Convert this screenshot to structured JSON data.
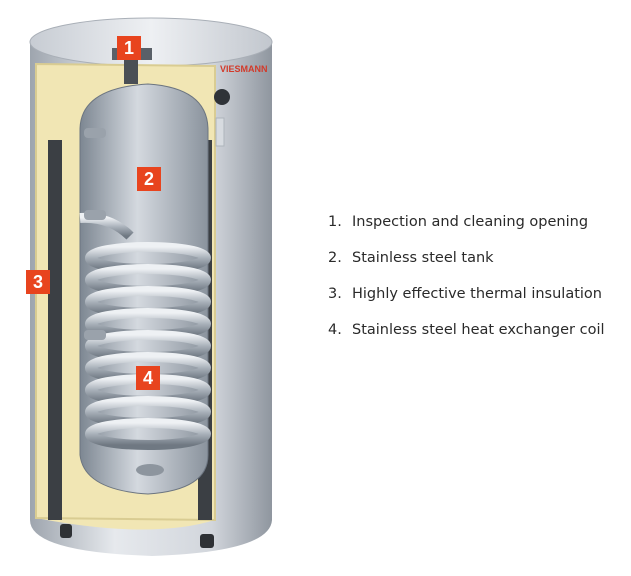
{
  "brand": "VIESMANN",
  "markers": [
    "1",
    "2",
    "3",
    "4"
  ],
  "legend": [
    {
      "number": "1.",
      "text": "Inspection and cleaning opening"
    },
    {
      "number": "2.",
      "text": "Stainless steel tank"
    },
    {
      "number": "3.",
      "text": "Highly effective thermal insulation"
    },
    {
      "number": "4.",
      "text": "Stainless steel heat exchanger coil"
    }
  ],
  "colors": {
    "marker": "#e8441e",
    "insulation": "#f1e6b4",
    "casing": "#c9ced6",
    "tank": "#b4bcc6",
    "brand": "#d23a2a"
  }
}
